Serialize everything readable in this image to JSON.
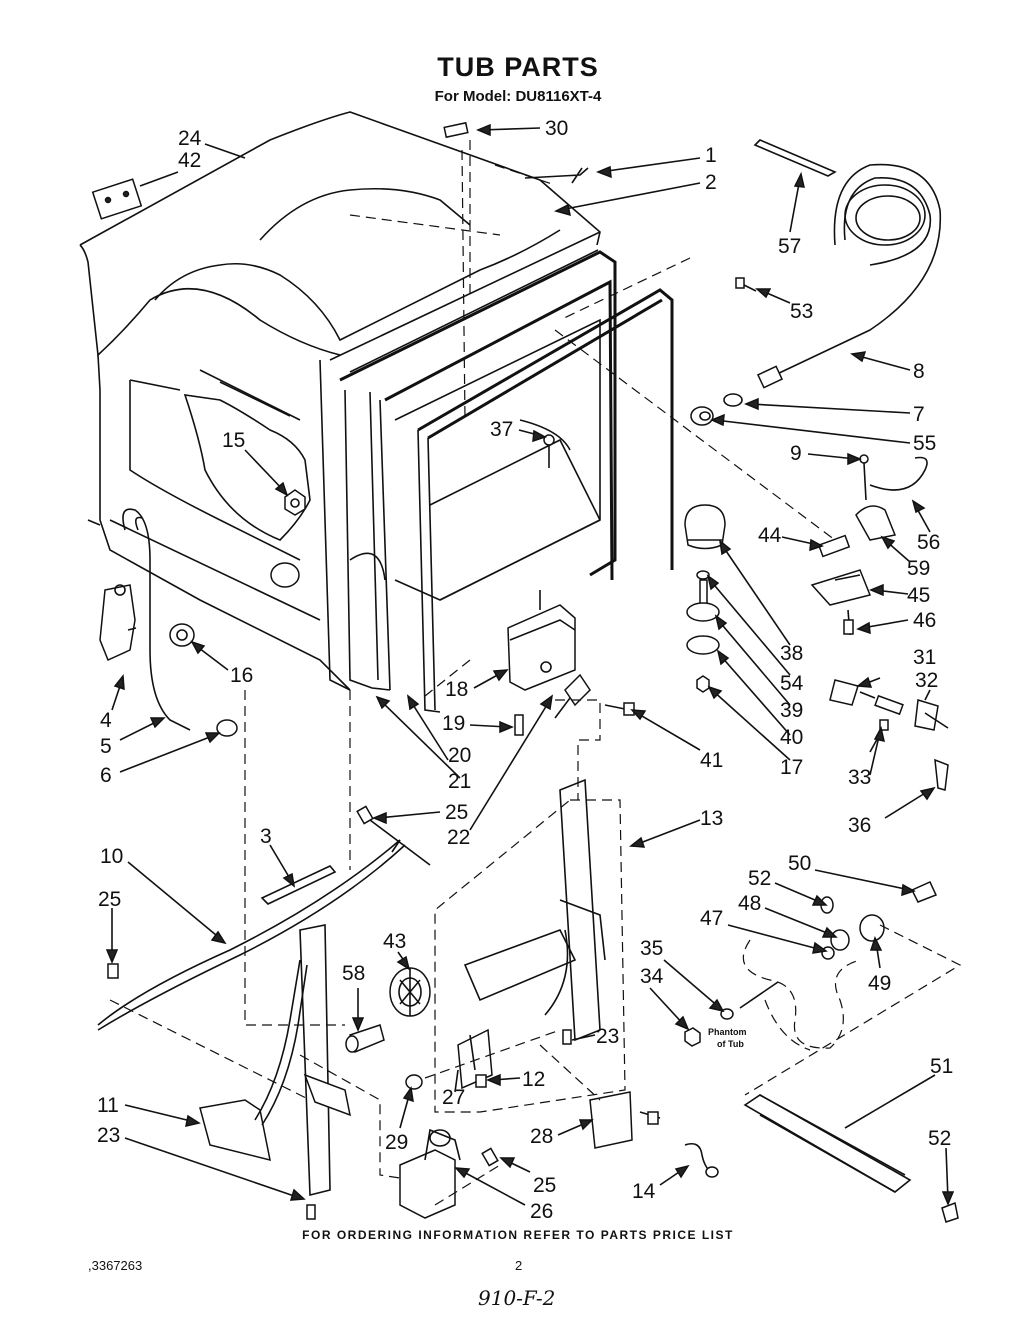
{
  "title": "TUB PARTS",
  "subtitle": "For Model: DU8116XT-4",
  "footer": "FOR ORDERING INFORMATION REFER TO PARTS PRICE LIST",
  "doc_number": ",3367263",
  "page_number": "2",
  "handwritten_note": "910-F-2",
  "phantom_label": [
    "Phantom",
    "of Tub"
  ],
  "callouts": [
    "24",
    "42",
    "30",
    "1",
    "2",
    "57",
    "53",
    "8",
    "7",
    "55",
    "37",
    "15",
    "9",
    "56",
    "44",
    "59",
    "16",
    "45",
    "46",
    "38",
    "18",
    "54",
    "4",
    "31",
    "32",
    "19",
    "39",
    "5",
    "20",
    "41",
    "40",
    "6",
    "21",
    "17",
    "33",
    "36",
    "25",
    "22",
    "13",
    "10",
    "3",
    "25",
    "50",
    "52",
    "48",
    "47",
    "43",
    "35",
    "58",
    "49",
    "34",
    "23",
    "12",
    "27",
    "51",
    "11",
    "29",
    "28",
    "52",
    "23",
    "25",
    "26",
    "14"
  ]
}
